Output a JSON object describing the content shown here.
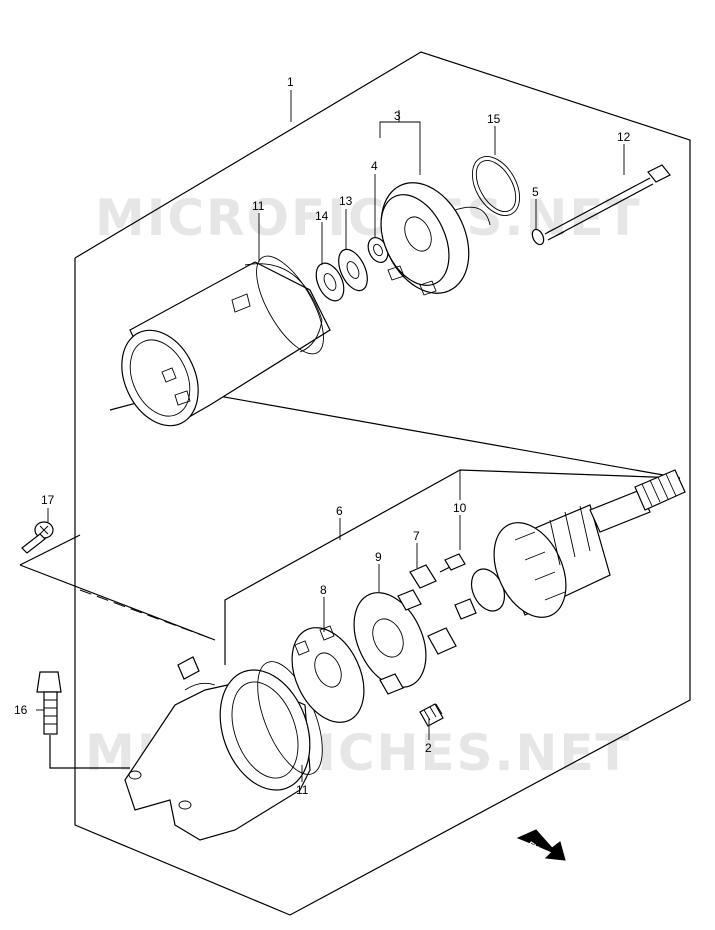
{
  "watermarks": [
    "MICROFICHES.NET",
    "MICROFICHES.NET"
  ],
  "fwd_label": "FWD",
  "callouts": {
    "c1": "1",
    "c2": "2",
    "c3": "3",
    "c4": "4",
    "c5": "5",
    "c6": "6",
    "c7": "7",
    "c8": "8",
    "c9": "9",
    "c10": "10",
    "c11a": "11",
    "c11b": "11",
    "c12": "12",
    "c13": "13",
    "c14": "14",
    "c15": "15",
    "c16": "16",
    "c17": "17"
  }
}
